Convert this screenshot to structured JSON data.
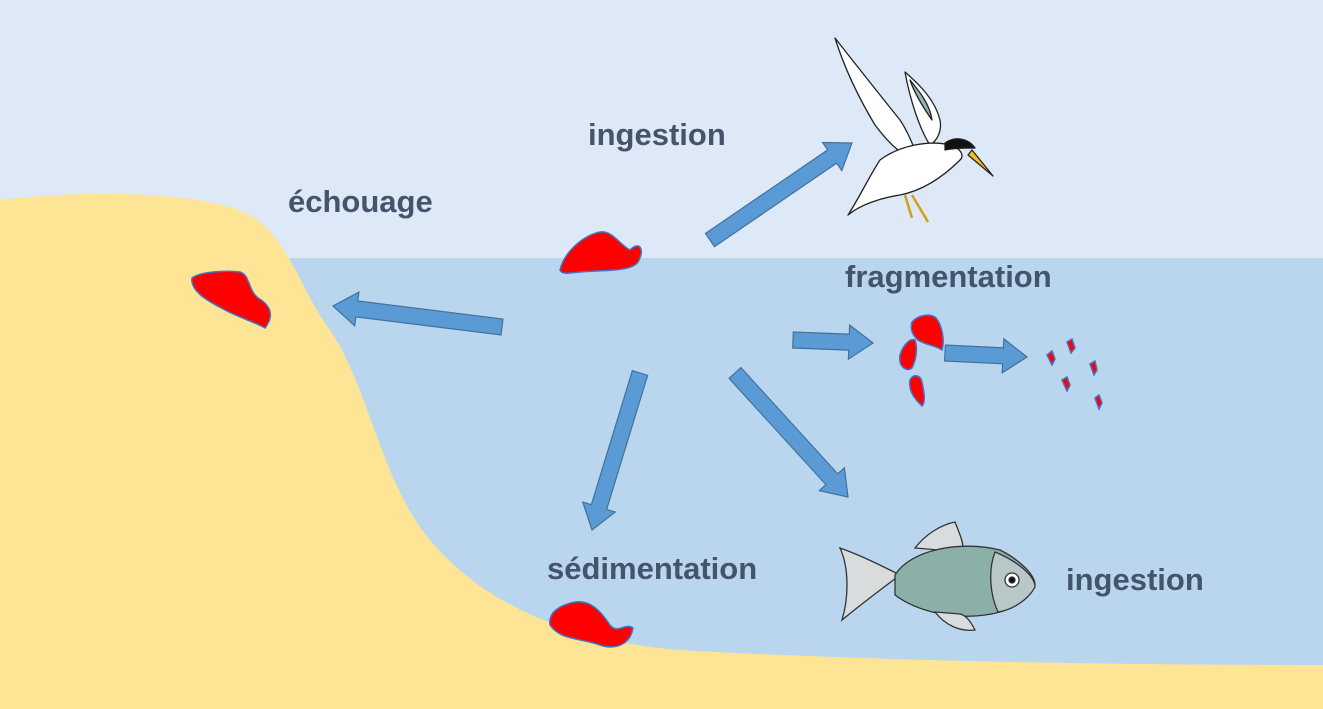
{
  "labels": {
    "ingestion_bird": "ingestion",
    "stranding": "échouage",
    "fragmentation": "fragmentation",
    "sedimentation": "sédimentation",
    "ingestion_fish": "ingestion"
  },
  "colors": {
    "sky": "#dee9f7",
    "water": "#bad6ee",
    "sand": "#fde595",
    "arrow": "#5b9bd5",
    "plastic": "#ff0000",
    "text": "#44546a"
  },
  "icons": [
    "tern-bird",
    "fish",
    "plastic-debris"
  ]
}
